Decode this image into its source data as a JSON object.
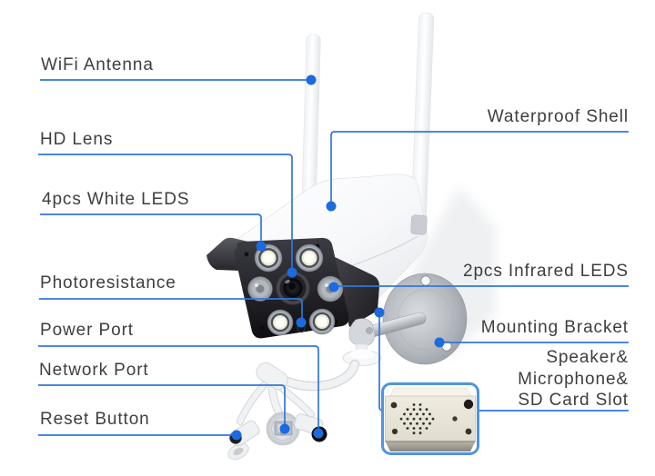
{
  "page": {
    "background": "#ffffff"
  },
  "colors": {
    "callout_line": "#3077db",
    "callout_dot": "#1b6ae0",
    "label_text": "#3e3e3e",
    "highlight_box_border": "#4f94e0"
  },
  "diagram": {
    "subject": "Outdoor WiFi bullet security camera parts diagram",
    "labels_left": [
      {
        "id": "wifi-antenna",
        "text": "WiFi Antenna"
      },
      {
        "id": "hd-lens",
        "text": "HD Lens"
      },
      {
        "id": "white-leds",
        "text": "4pcs White LEDS"
      },
      {
        "id": "photoresistance",
        "text": "Photoresistance"
      },
      {
        "id": "power-port",
        "text": "Power Port"
      },
      {
        "id": "network-port",
        "text": "Network Port"
      },
      {
        "id": "reset-button",
        "text": "Reset Button"
      }
    ],
    "labels_right": [
      {
        "id": "waterproof-shell",
        "text": "Waterproof Shell"
      },
      {
        "id": "infrared-leds",
        "text": "2pcs Infrared LEDS"
      },
      {
        "id": "mounting-bracket",
        "text": "Mounting Bracket"
      },
      {
        "id": "speaker-mic-sd",
        "lines": [
          "Speaker&",
          "Microphone&",
          "SD Card Slot"
        ]
      }
    ]
  }
}
